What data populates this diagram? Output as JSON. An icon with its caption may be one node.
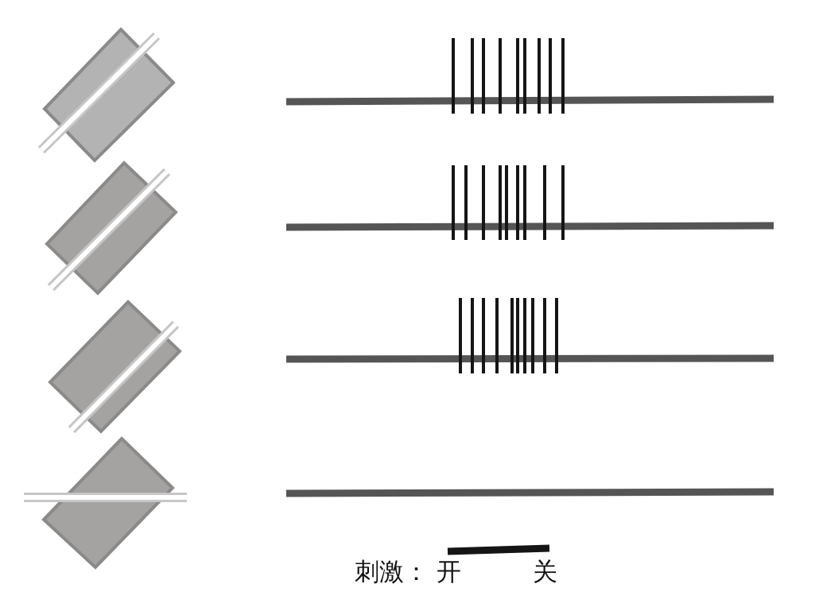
{
  "diagram": {
    "labels": [
      "刺激：",
      "开",
      "关"
    ]
  }
}
